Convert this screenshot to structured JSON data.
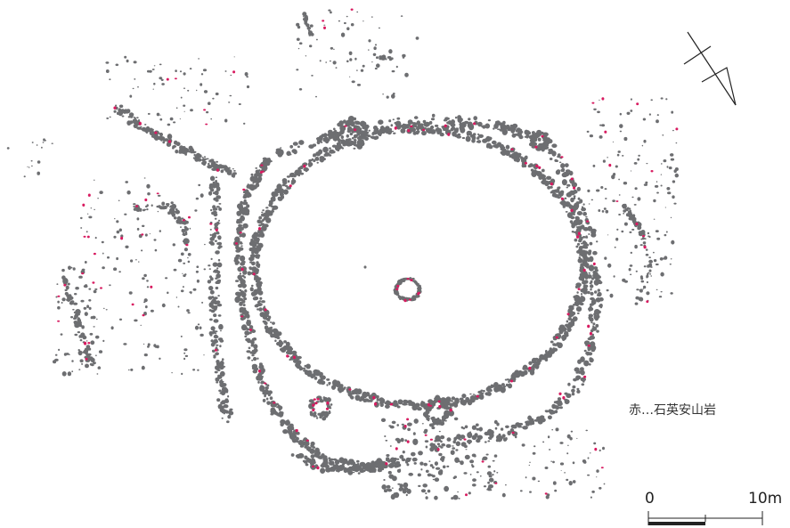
{
  "legend": {
    "text": "赤…石英安山岩"
  },
  "scale": {
    "start_label": "0",
    "end_label": "10m"
  },
  "colors": {
    "stone": "#6d6e71",
    "quartz_andesite": "#d81b60",
    "background": "#ffffff"
  },
  "icons": {
    "north_arrow": "north-arrow-icon"
  }
}
